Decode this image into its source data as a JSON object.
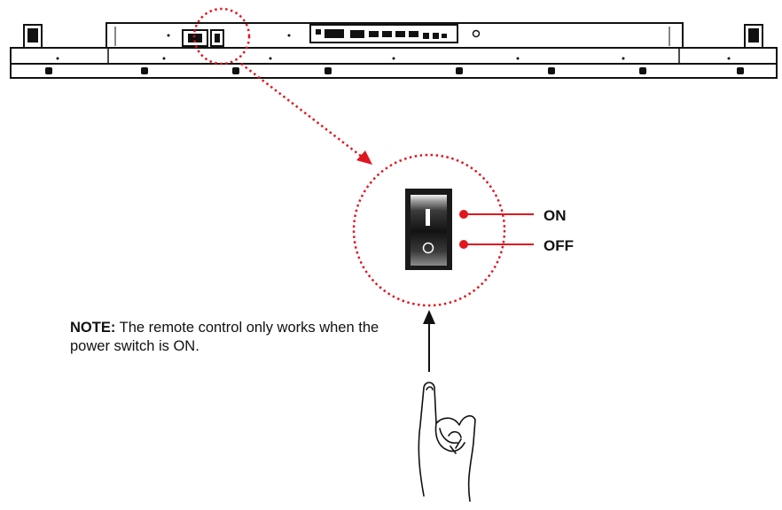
{
  "labels": {
    "on": "ON",
    "off": "OFF"
  },
  "switch": {
    "on_symbol": "I",
    "off_symbol": "O"
  },
  "note": {
    "prefix": "NOTE:",
    "text": " The remote control only works when the power switch is ON."
  },
  "colors": {
    "callout": "#e0171f",
    "line": "#111111",
    "switch_body": "#1a1a1a"
  },
  "icons": [
    "hand-pointer-icon",
    "rocker-switch-icon",
    "power-inlet-icon"
  ]
}
